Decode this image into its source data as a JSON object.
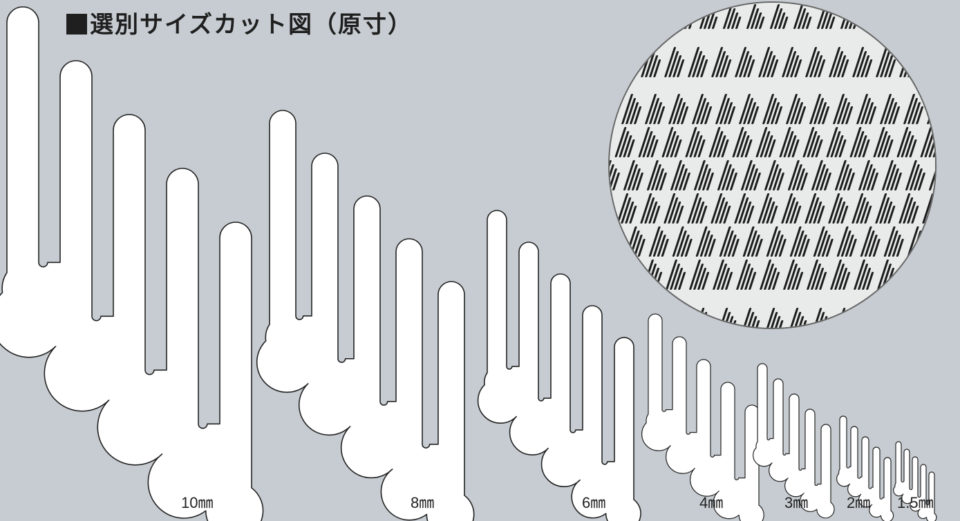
{
  "title": "選別サイズカット図（原寸）",
  "colors": {
    "background": "#c6ccd1",
    "comb_fill": "#ffffff",
    "comb_stroke": "#222222",
    "title_text": "#1f1f1f",
    "photo_plate": "#e9ebea",
    "photo_slots": "#1d1d1d"
  },
  "icons": [
    "title-square-icon",
    "comb-shape",
    "magnified-photo"
  ],
  "cuts": [
    {
      "label": "10㎜"
    },
    {
      "label": "8㎜"
    },
    {
      "label": "6㎜"
    },
    {
      "label": "4㎜"
    },
    {
      "label": "3㎜"
    },
    {
      "label": "2㎜"
    },
    {
      "label": "1.5㎜"
    }
  ]
}
